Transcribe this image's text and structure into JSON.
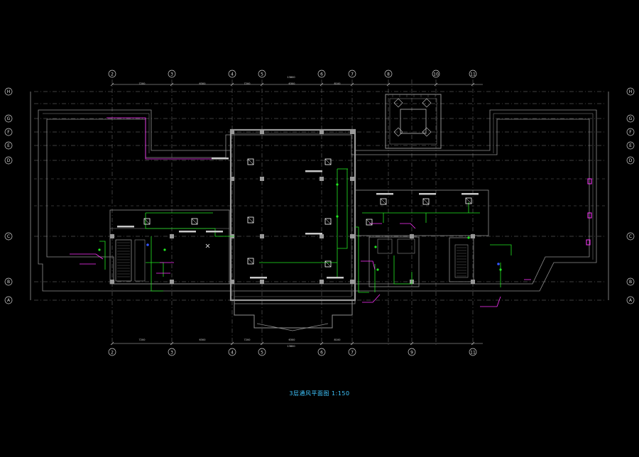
{
  "drawing": {
    "title": "3层通风平面图 1:150",
    "colors": {
      "background": "#000000",
      "wall": "#8f8f8f",
      "grid": "#7d7d7d",
      "duct_green": "#22e822",
      "exhaust_magenta": "#ff33ff",
      "text_white": "#ffffff",
      "title_cyan": "#3fc6ff"
    },
    "axes_top": [
      "2",
      "3",
      "4",
      "5",
      "6",
      "7",
      "8",
      "10",
      "11"
    ],
    "axes_bottom": [
      "2",
      "3",
      "4",
      "5",
      "6",
      "7",
      "9",
      "11"
    ],
    "axes_side": [
      "H",
      "G",
      "F",
      "E",
      "D",
      "C",
      "B",
      "A"
    ],
    "dimension_labels": [
      "7200",
      "6300",
      "7200",
      "6300",
      "8100",
      "13800"
    ]
  }
}
